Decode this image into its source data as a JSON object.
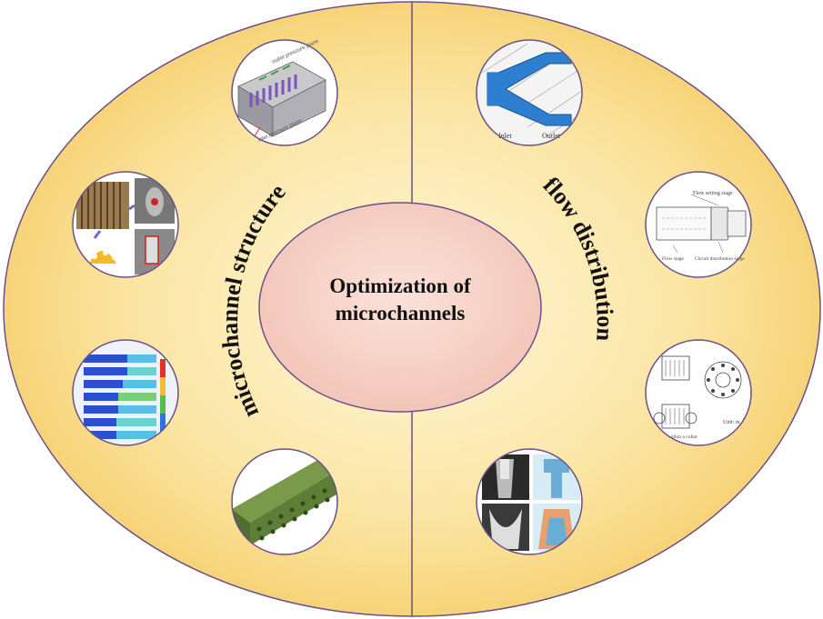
{
  "center": {
    "line1": "Optimization of",
    "line2": "microchannels"
  },
  "left_label": "microchannel structure",
  "right_label": "flow distribution",
  "thumb_text": {
    "left_top_top": "outlet pressure plane",
    "left_top_bottom": "inlet pressure plane",
    "right_top_inlet": "Inlet",
    "right_top_outlet": "Outlet",
    "right_mid_top": "Flow setting stage",
    "right_mid_bottom_left": "Flow stage",
    "right_mid_bottom_right": "Circuit distribution stage",
    "right_low_bottom": "within a collar",
    "right_low_unit": "Unit: m"
  },
  "colors": {
    "ellipse_fill_light": "#fdf3cf",
    "ellipse_fill_dark": "#f6cf6a",
    "ellipse_stroke": "#6b4f8a",
    "center_fill": "#f7d3c9",
    "circle_stroke": "#6b4f8a"
  }
}
